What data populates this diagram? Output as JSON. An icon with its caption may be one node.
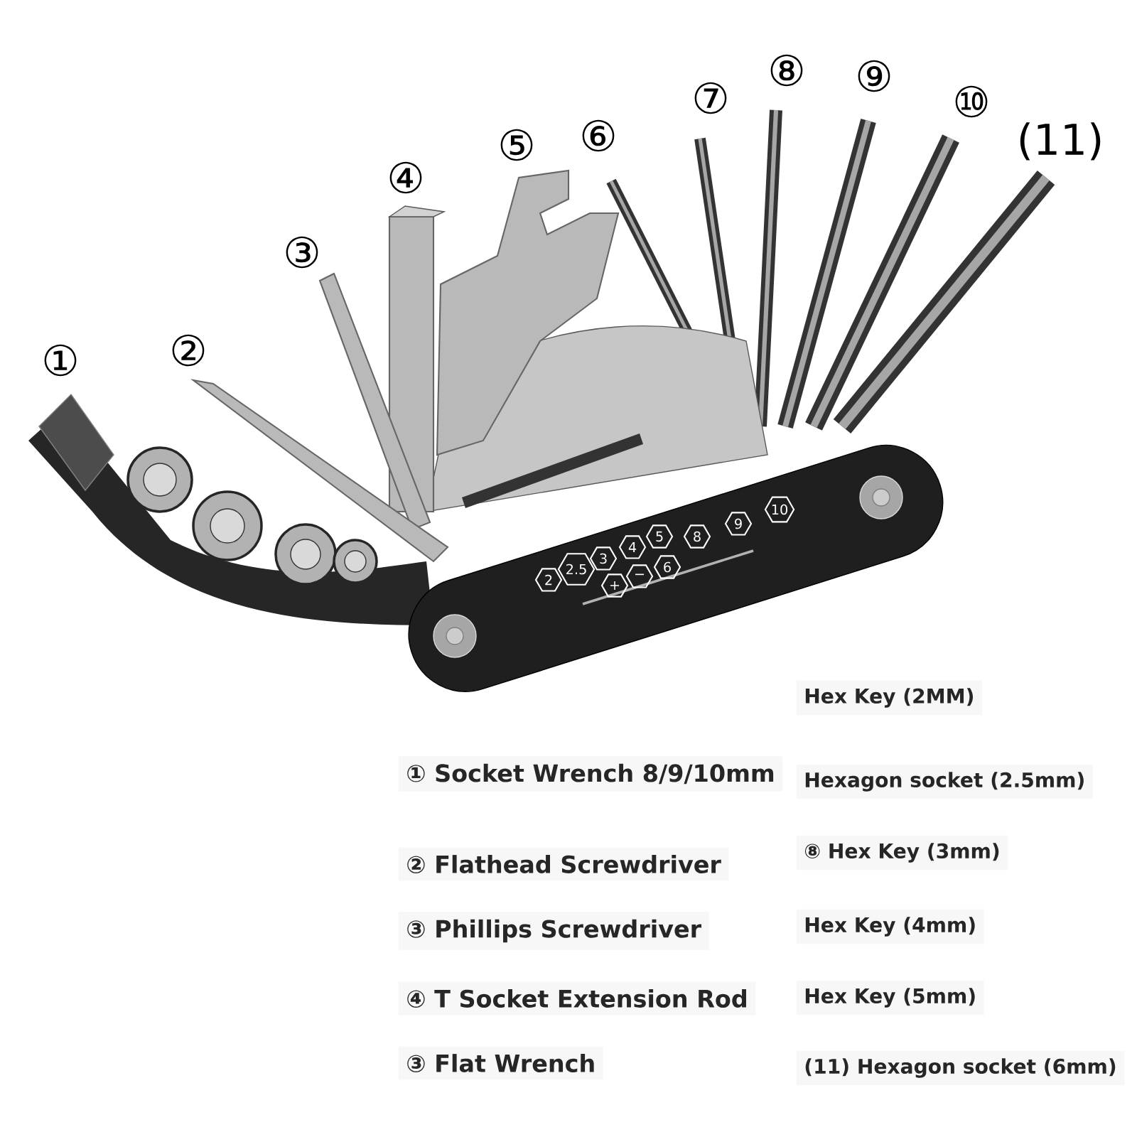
{
  "diagram": {
    "labels": [
      "①",
      "②",
      "③",
      "④",
      "⑤",
      "⑥",
      "⑦",
      "⑧",
      "⑨",
      "⑩",
      "(11)",
      "2",
      "2.5",
      "3",
      "4",
      "5",
      "8",
      "9",
      "10",
      "+",
      "−",
      "6",
      "Hex Key (2MM)",
      "① Socket Wrench 8/9/10mm",
      "Hexagon socket (2.5mm)",
      "② Flathead Screwdriver",
      "⑧ Hex Key (3mm)",
      "③ Phillips Screwdriver",
      "Hex Key (4mm)",
      "④ T Socket Extension Rod",
      "Hex Key (5mm)",
      "③ Flat Wrench",
      "(11) Hexagon socket (6mm)"
    ]
  }
}
